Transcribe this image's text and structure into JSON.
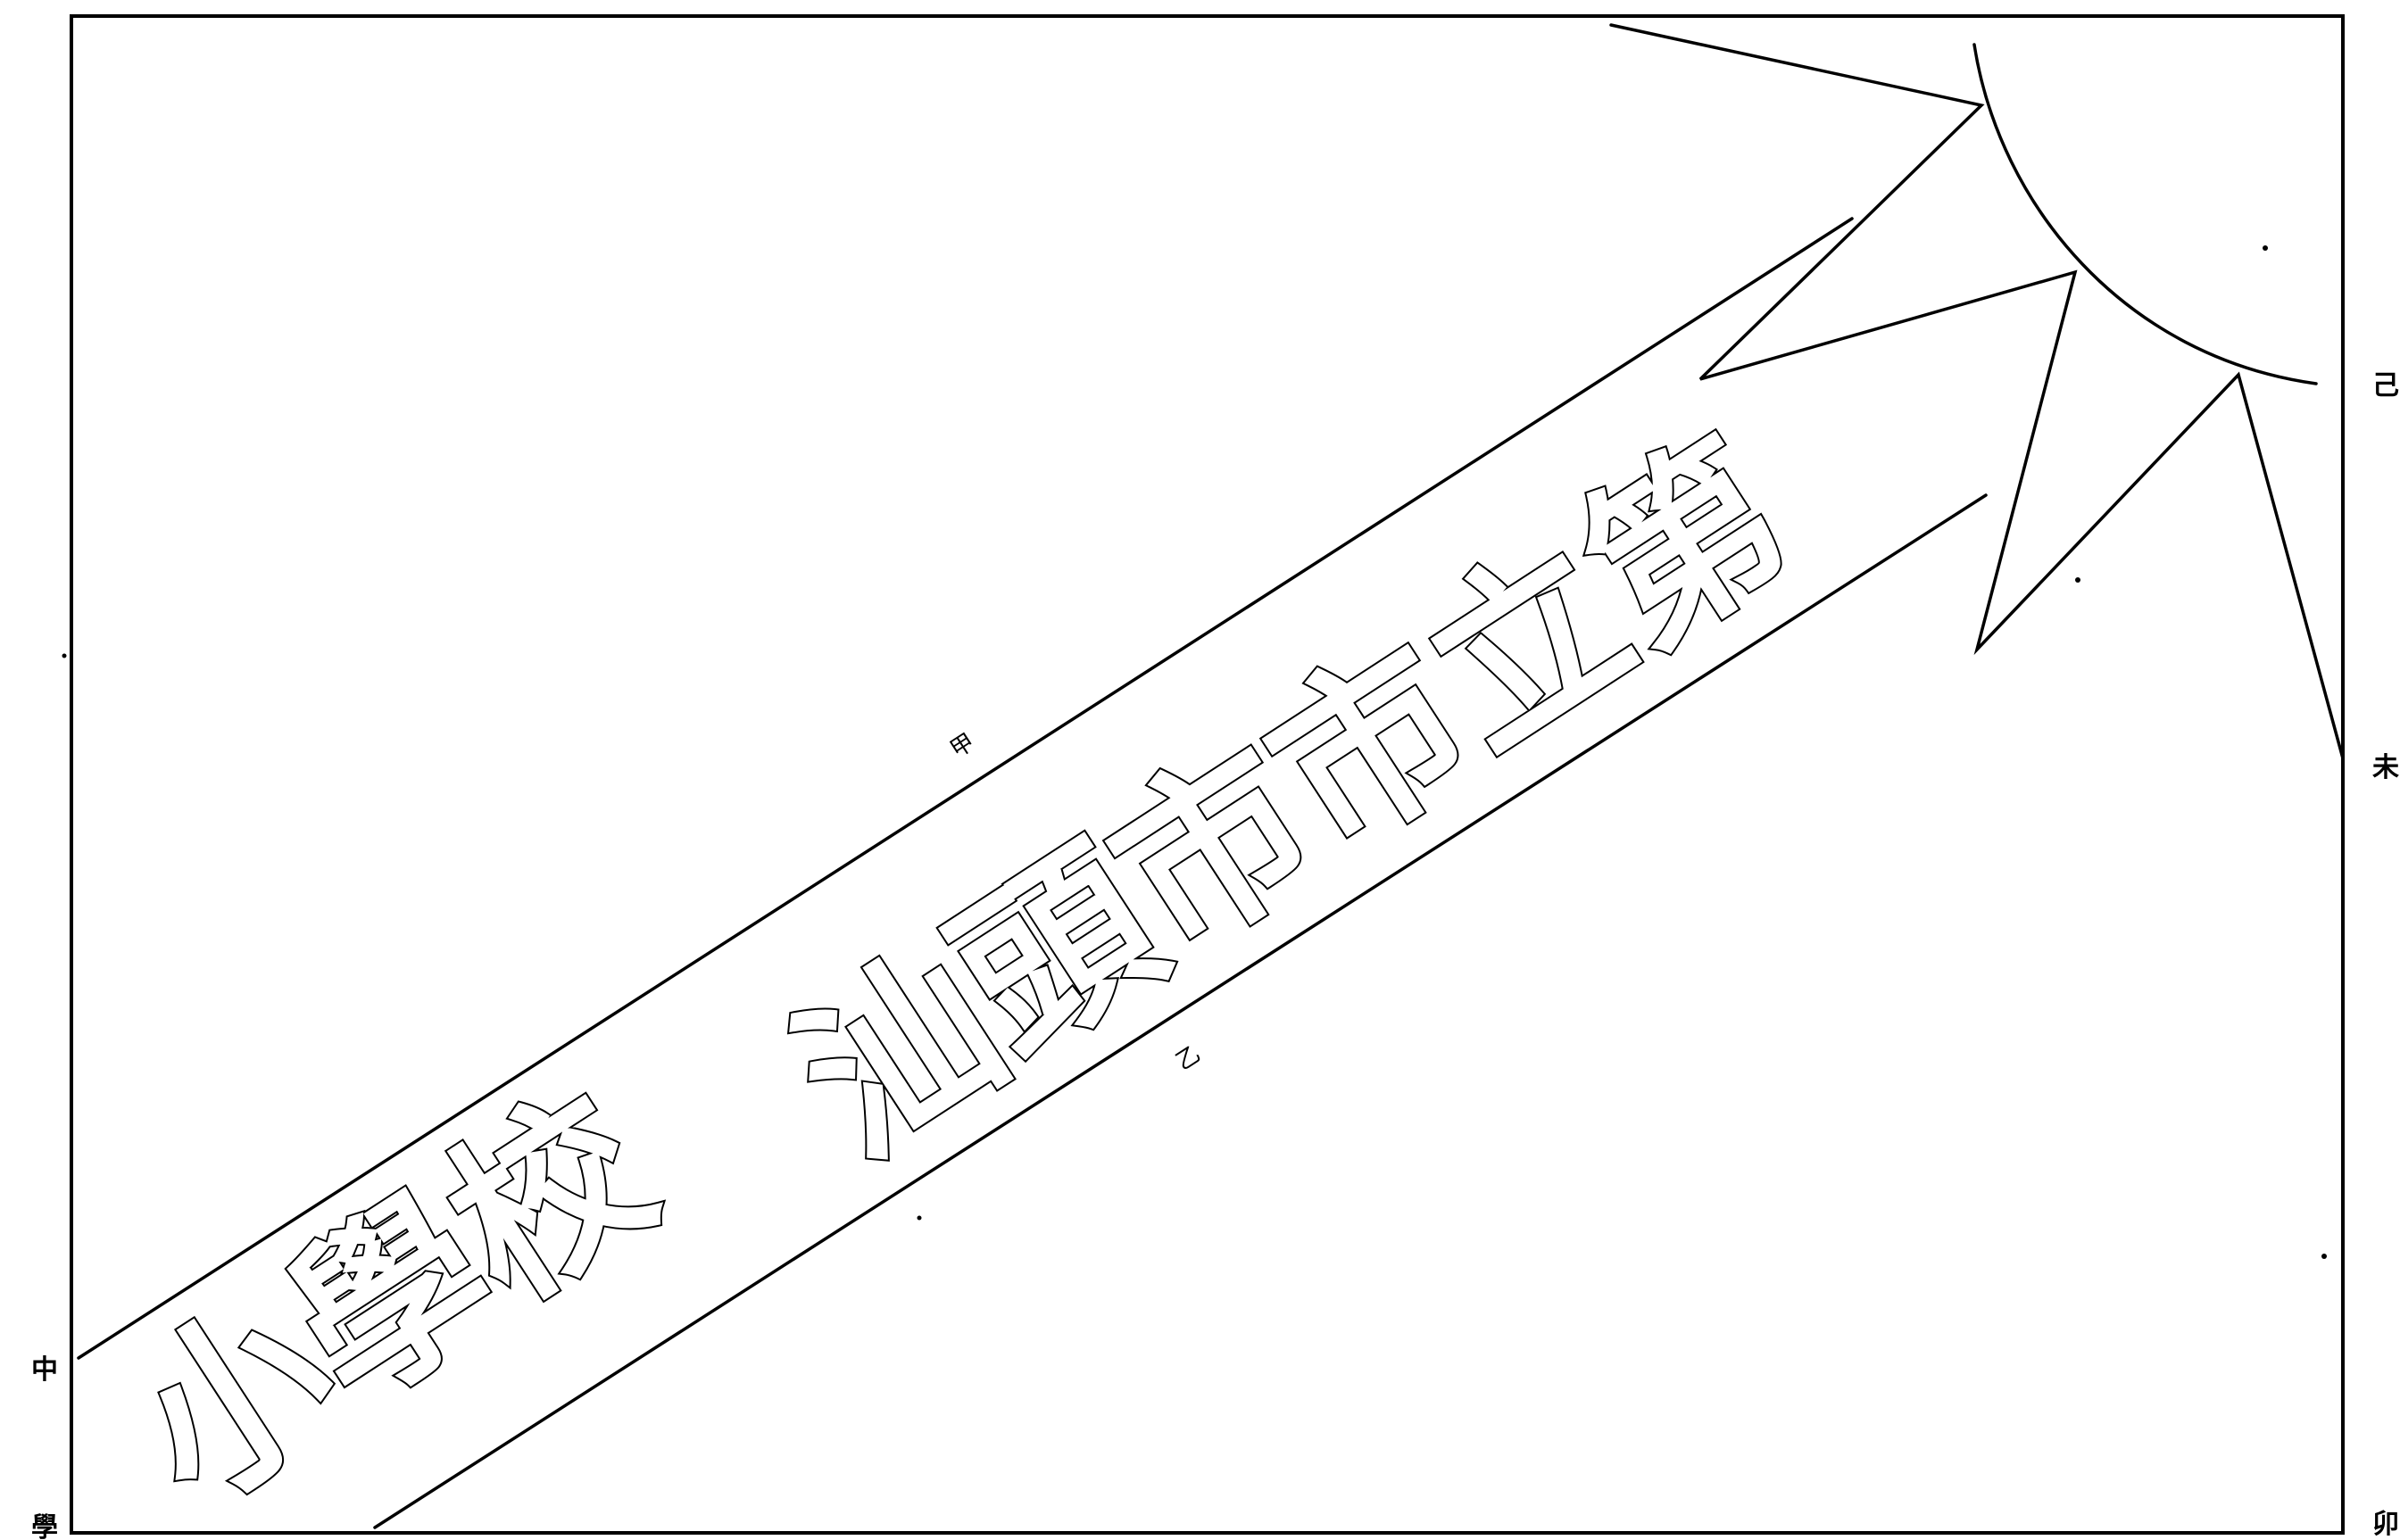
{
  "banner": {
    "main_text": "汕頭市市立第",
    "tail_text": "小學校"
  },
  "labels": {
    "upper": "甲",
    "lower": "乙"
  },
  "margin_right": {
    "top": "己",
    "middle": "未",
    "bottom": "卯"
  },
  "margin_left": {
    "middle": "中",
    "bottom": "學"
  },
  "colors": {
    "ink": "#000000",
    "paper": "#ffffff"
  }
}
